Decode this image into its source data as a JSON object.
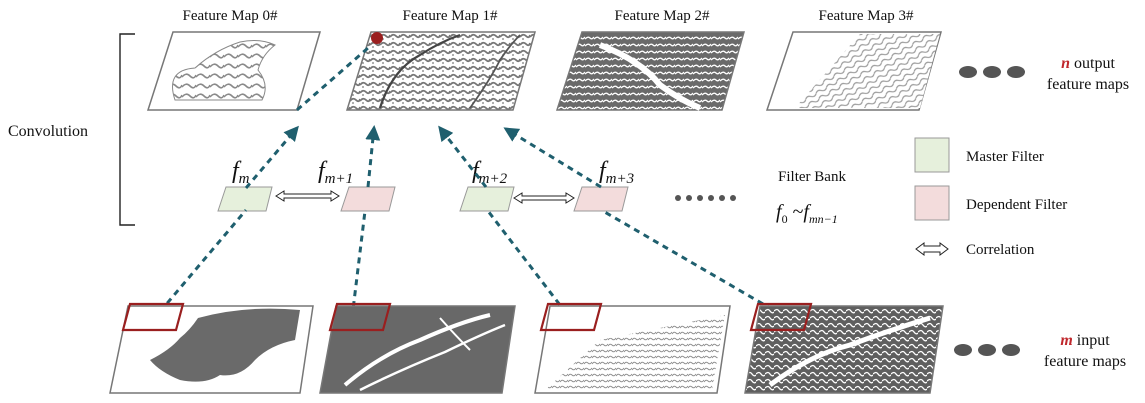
{
  "output_maps": [
    {
      "label": "Feature Map 0#"
    },
    {
      "label": "Feature Map 1#"
    },
    {
      "label": "Feature Map 2#"
    },
    {
      "label": "Feature Map 3#"
    }
  ],
  "output_note": {
    "letter": "n",
    "line1": " output",
    "line2": "feature maps"
  },
  "input_note": {
    "letter": "m",
    "line1": " input",
    "line2": "feature maps"
  },
  "convolution_label": "Convolution",
  "filters": [
    {
      "base": "f",
      "sub": "m",
      "kind": "master"
    },
    {
      "base": "f",
      "sub": "m+1",
      "kind": "dependent"
    },
    {
      "base": "f",
      "sub": "m+2",
      "kind": "master"
    },
    {
      "base": "f",
      "sub": "m+3",
      "kind": "dependent"
    }
  ],
  "filter_bank": {
    "title": "Filter Bank",
    "base0": "f",
    "sub0": "0",
    "tilde": " ~",
    "base1": "f",
    "sub1": "mn−1"
  },
  "legend": [
    {
      "label": "Master Filter",
      "icon": "master-swatch"
    },
    {
      "label": "Dependent Filter",
      "icon": "dependent-swatch"
    },
    {
      "label": "Correlation",
      "icon": "double-arrow"
    }
  ],
  "colors": {
    "master": "#e6f0dc",
    "dependent": "#f3dcdc",
    "arrow": "#1f5f6e",
    "highlight": "#9a1f1f",
    "map_fill": "#666666",
    "dots": "#555555"
  }
}
